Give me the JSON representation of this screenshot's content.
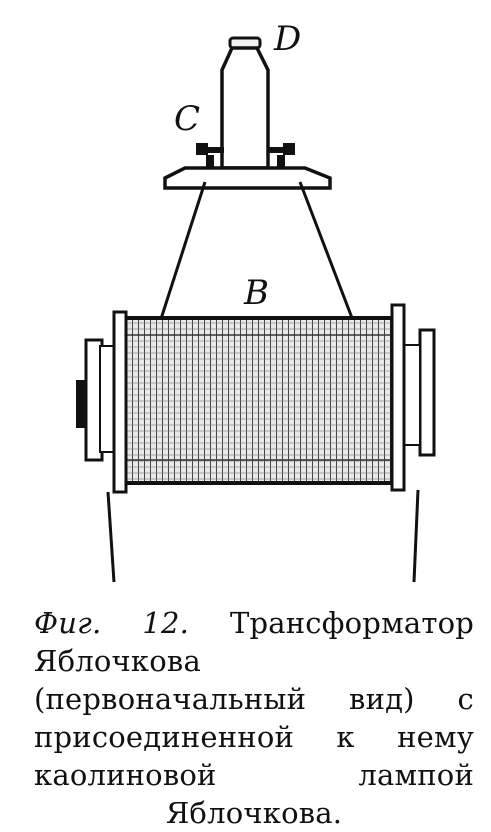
{
  "labels": {
    "d": "D",
    "c": "C",
    "b": "B"
  },
  "caption": {
    "figure_number": "Фиг. 12.",
    "text": "Трансформатор Яблочкова (первоначальный вид) с присоединенной к нему каолиновой лампой Яблочкова."
  }
}
